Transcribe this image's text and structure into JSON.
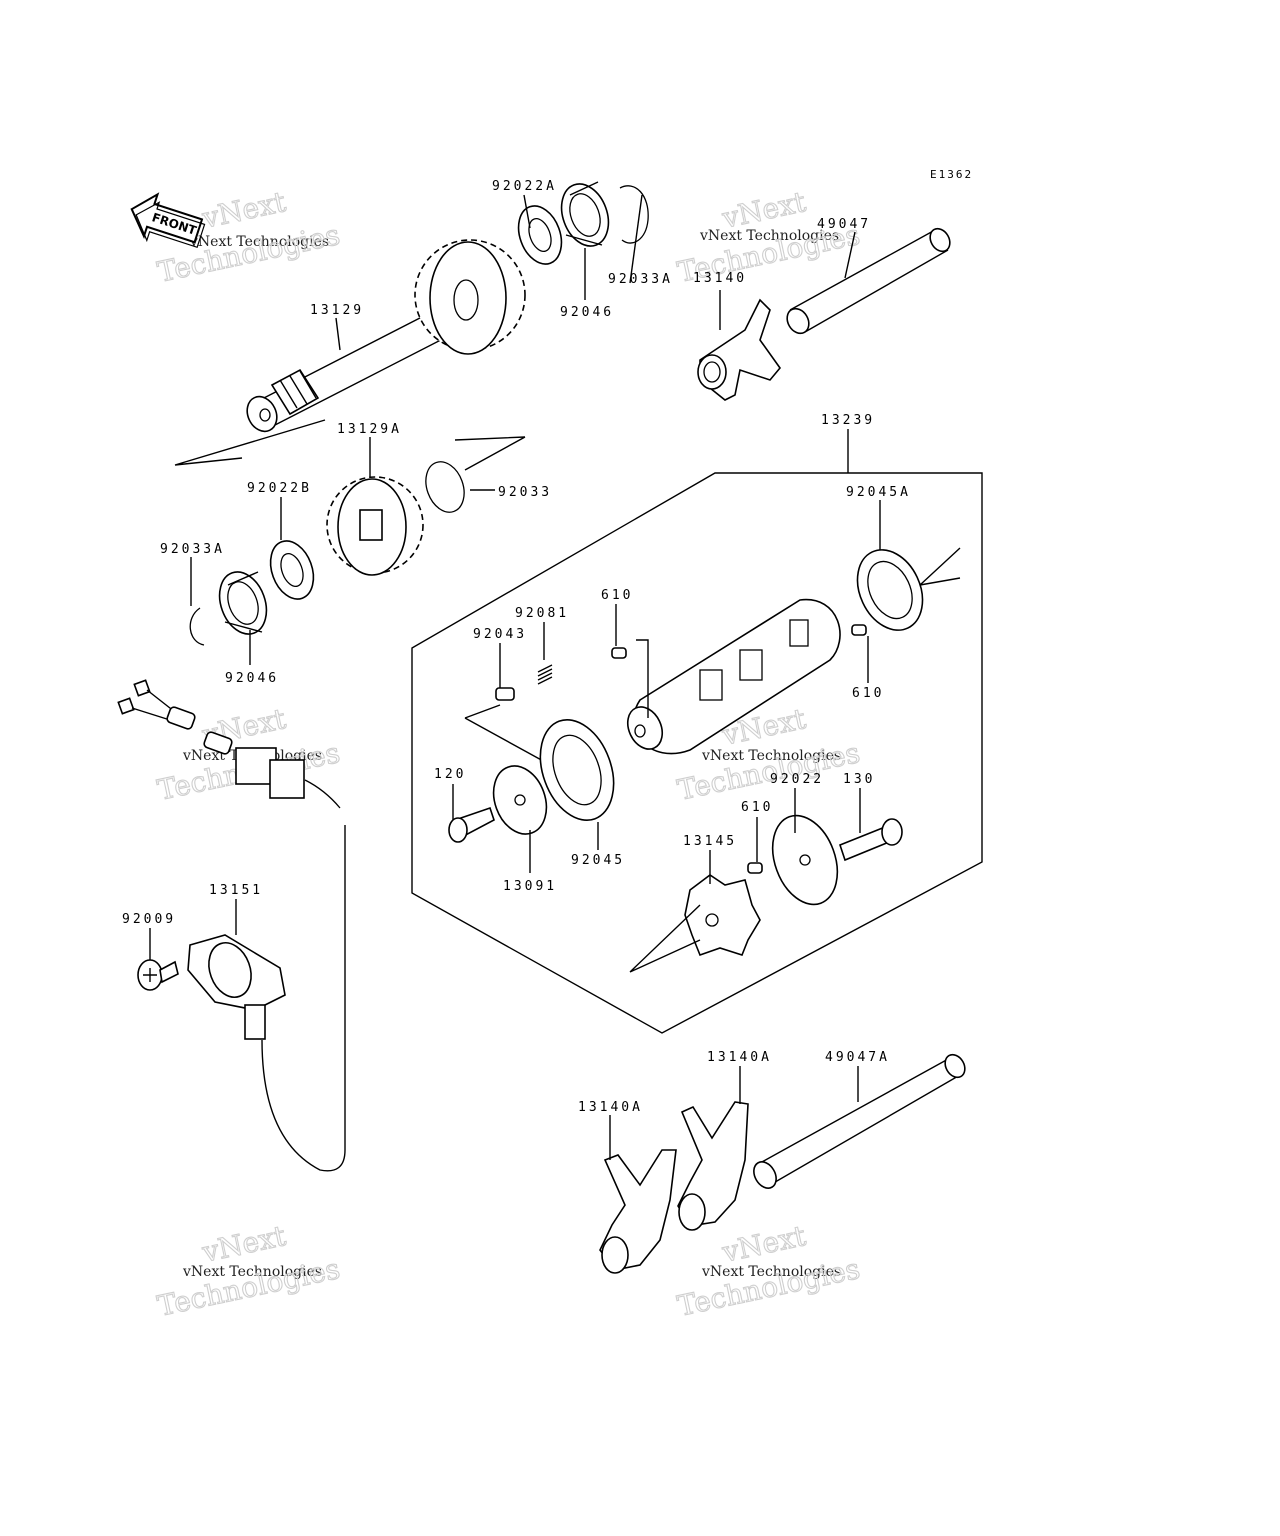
{
  "diagram_code": "E1362",
  "front_label": "FRONT",
  "watermark_line1": "vNext Technologies",
  "watermark_line2": "Technologies",
  "watermark_line3": "vNext",
  "parts": {
    "p92022A": "92022A",
    "p92033A_top": "92033A",
    "p92046_top": "92046",
    "p49047": "49047",
    "p13140": "13140",
    "p13129": "13129",
    "p13129A": "13129A",
    "p92033": "92033",
    "p92022B": "92022B",
    "p92033A_left": "92033A",
    "p92046_left": "92046",
    "p13239": "13239",
    "p92045A": "92045A",
    "p610_a": "610",
    "p92081": "92081",
    "p92043": "92043",
    "p610_b": "610",
    "p120": "120",
    "p13091": "13091",
    "p92045": "92045",
    "p92022": "92022",
    "p130": "130",
    "p610_c": "610",
    "p13145": "13145",
    "p13151": "13151",
    "p92009": "92009",
    "p13140A_a": "13140A",
    "p49047A": "49047A",
    "p13140A_b": "13140A"
  }
}
